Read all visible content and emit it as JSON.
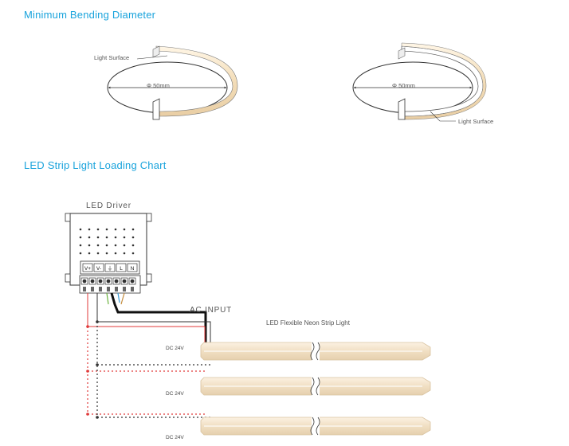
{
  "section1": {
    "title": "Minimum Bending Diameter"
  },
  "bend_left": {
    "surface_label": "Light Surface",
    "diameter_label": "Φ 50mm"
  },
  "bend_right": {
    "surface_label": "Light Surface",
    "diameter_label": "Φ 50mm"
  },
  "section2": {
    "title": "LED  Strip Light  Loading Chart"
  },
  "driver": {
    "label": "LED  Driver",
    "terminals": [
      "V+",
      "V-",
      "⏚",
      "L",
      "N"
    ]
  },
  "ac_input": {
    "label": "AC  INPUT"
  },
  "strip": {
    "label": "LED  Flexible Neon Strip Light"
  },
  "rows": [
    {
      "voltage_label": "DC 24V"
    },
    {
      "voltage_label": "DC 24V"
    },
    {
      "voltage_label": "DC 24V"
    }
  ],
  "colors": {
    "accent": "#19a3dc",
    "strip_fill": "#f2e3cc",
    "red_wire": "#e03a3a"
  }
}
